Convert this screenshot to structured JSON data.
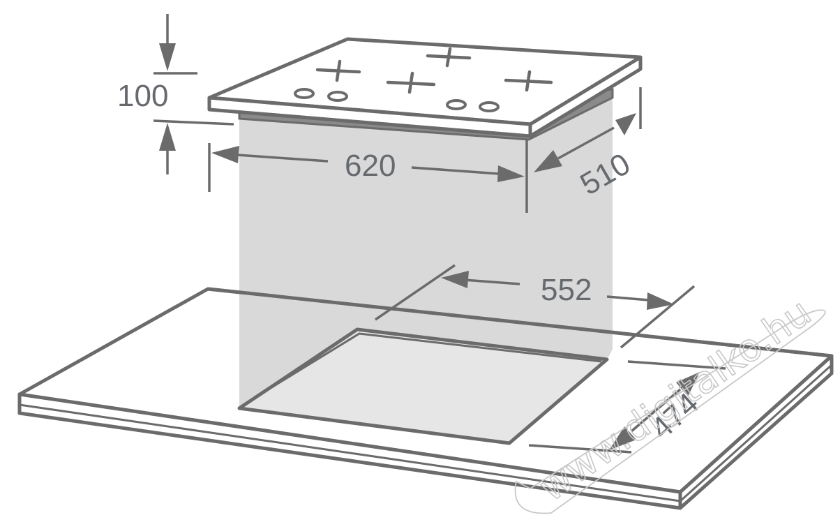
{
  "dimensions": {
    "height": "100",
    "width": "620",
    "depth": "510",
    "cutout_width": "552",
    "cutout_depth": "474"
  },
  "watermark": "www.digitalko.hu",
  "colors": {
    "line": "#6b6b6b",
    "label": "#666a6e",
    "shadow": "#d9d9d9",
    "surface": "#ffffff",
    "cutout": "#e6e6e6"
  }
}
